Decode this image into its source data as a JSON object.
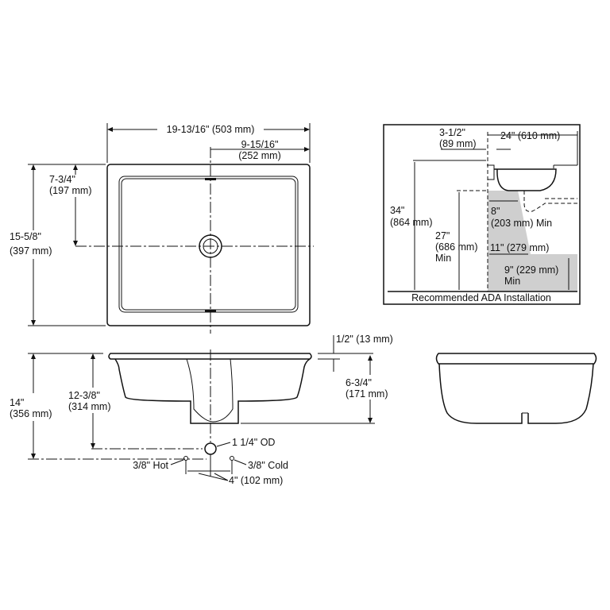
{
  "top_view": {
    "overall_width": "19-13/16\" (503 mm)",
    "drain_offset": [
      "9-15/16\"",
      "(252 mm)"
    ],
    "overall_depth": [
      "15-5/8\"",
      "(397 mm)"
    ],
    "drain_depth": [
      "7-3/4\"",
      "(197 mm)"
    ]
  },
  "front_view": {
    "rim_thickness": "1/2\" (13 mm)",
    "bowl_depth": [
      "6-3/4\"",
      "(171 mm)"
    ],
    "overall_height": [
      "14\"",
      "(356 mm)"
    ],
    "drain_height": [
      "12-3/8\"",
      "(314 mm)"
    ],
    "drain_od": "1 1/4\" OD",
    "hot_supply": "3/8\" Hot",
    "cold_supply": "3/8\" Cold",
    "supply_spacing": "4\" (102 mm)"
  },
  "ada": {
    "setback": [
      "3-1/2\"",
      "(89 mm)"
    ],
    "counter_depth": "24\" (610 mm)",
    "rim_height": [
      "34\"",
      "(864 mm)"
    ],
    "knee_height": [
      "27\"",
      "(686 mm)",
      "Min"
    ],
    "knee_depth": [
      "8\"",
      "(203 mm) Min"
    ],
    "toe_depth": "11\" (279 mm)",
    "toe_height": [
      "9\" (229 mm)",
      "Min"
    ],
    "caption": "Recommended ADA Installation"
  }
}
